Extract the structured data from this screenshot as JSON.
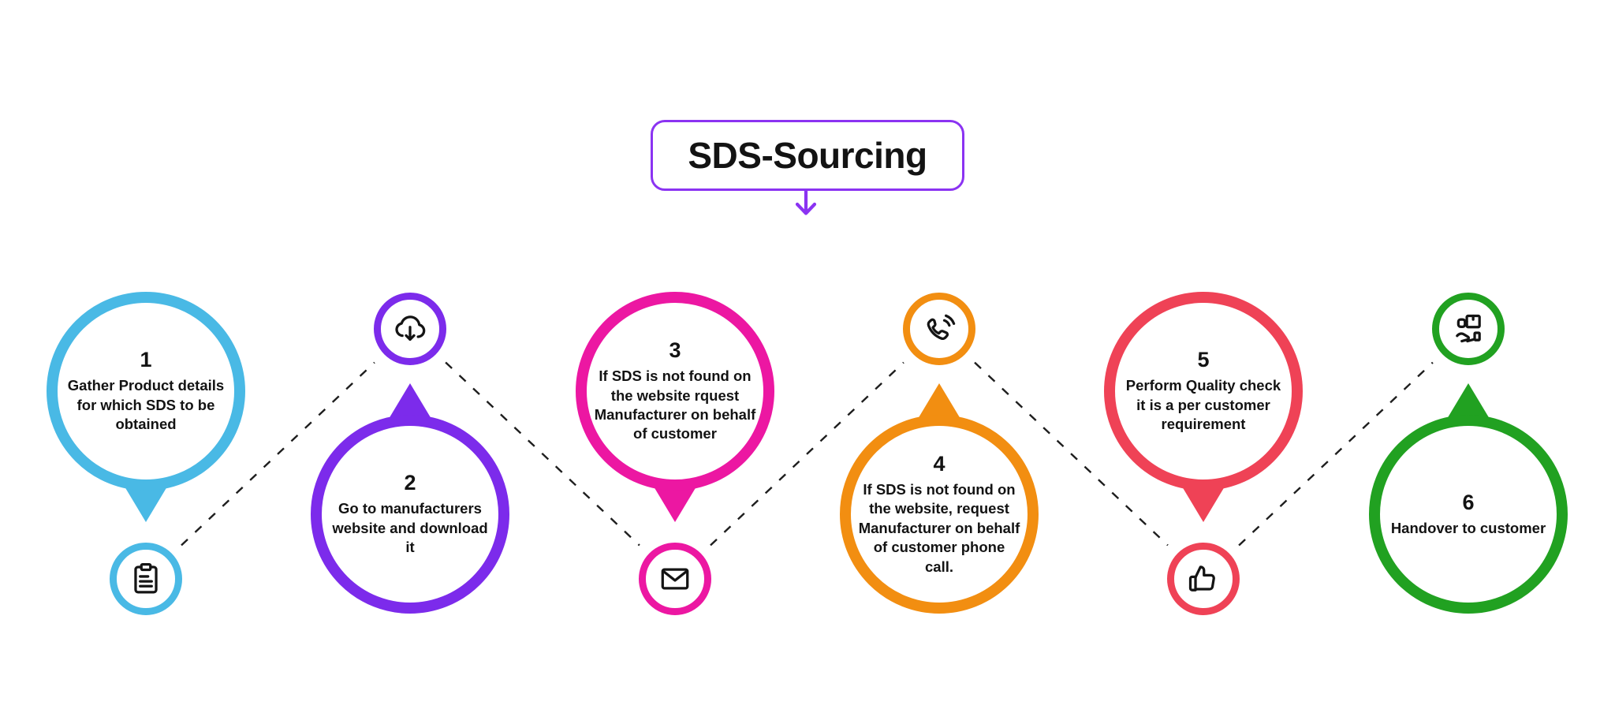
{
  "title": {
    "label": "SDS-Sourcing"
  },
  "theme": {
    "accent": "#8B33F2",
    "connector": "#1E1E1E",
    "text": "#131313",
    "background": "#FFFFFF"
  },
  "steps": [
    {
      "number": "1",
      "text": "Gather Product details for which SDS to be obtained",
      "color": "#49B9E5",
      "icon": "clipboard-icon",
      "icon_position": "below"
    },
    {
      "number": "2",
      "text": "Go to manufacturers website and download it",
      "color": "#7C2BEB",
      "icon": "cloud-download-icon",
      "icon_position": "above"
    },
    {
      "number": "3",
      "text": "If SDS is not found on the website rquest Manufacturer on behalf of customer",
      "color": "#EC17A2",
      "icon": "envelope-icon",
      "icon_position": "below"
    },
    {
      "number": "4",
      "text": "If SDS is not found on the website, request Manufacturer on behalf of customer phone call.",
      "color": "#F28E11",
      "icon": "phone-ring-icon",
      "icon_position": "above"
    },
    {
      "number": "5",
      "text": "Perform Quality check it is a per customer requirement",
      "color": "#EF4256",
      "icon": "thumbs-up-icon",
      "icon_position": "below"
    },
    {
      "number": "6",
      "text": "Handover to customer",
      "color": "#21A121",
      "icon": "hand-box-icon",
      "icon_position": "above"
    }
  ]
}
